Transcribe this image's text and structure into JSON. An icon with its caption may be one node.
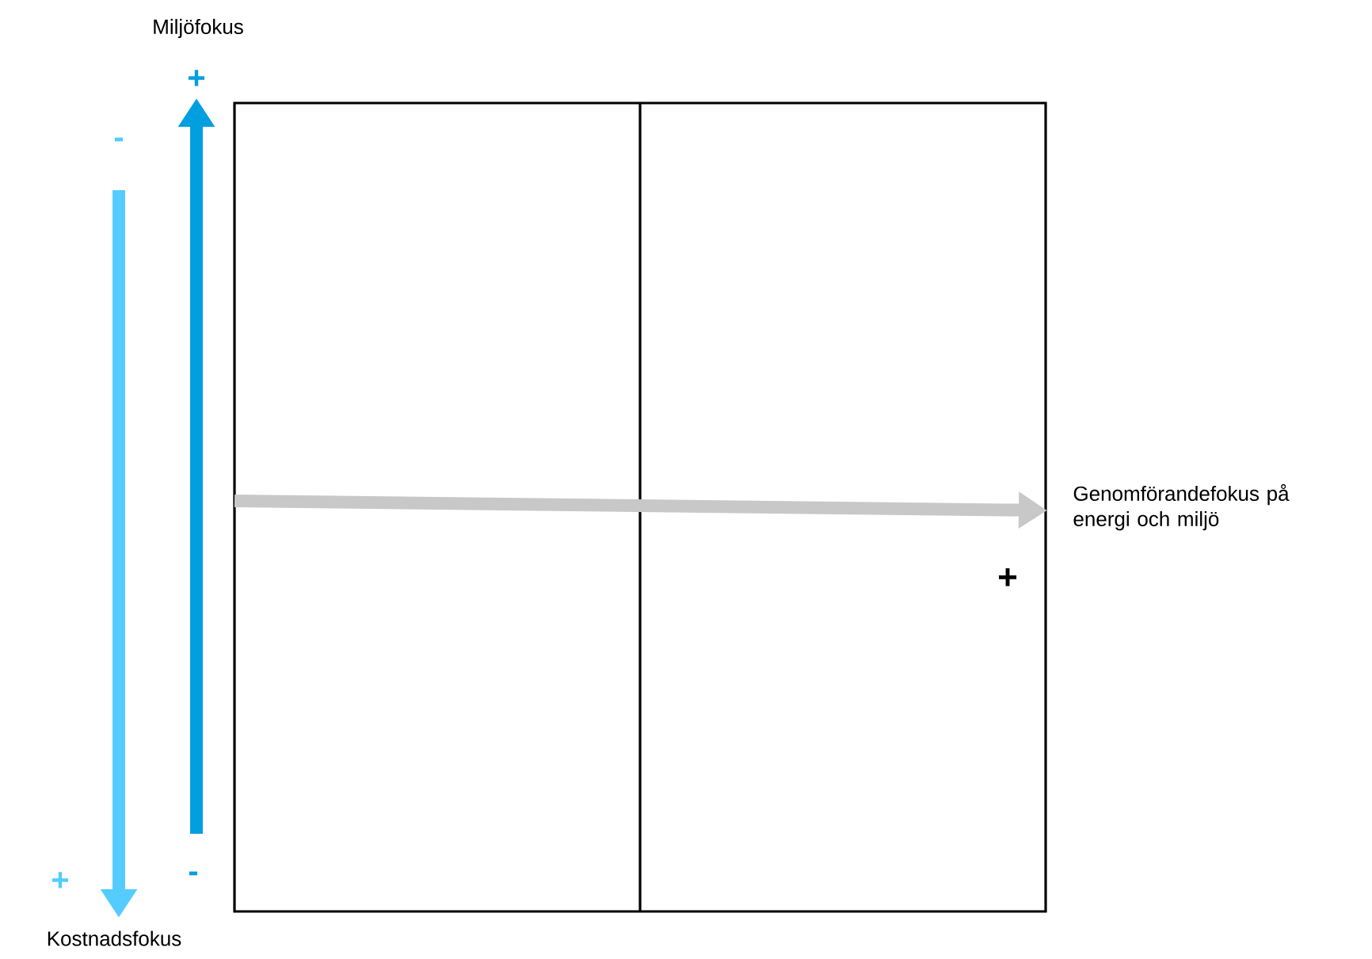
{
  "diagram": {
    "labels": [
      "Miljöfokus",
      "+",
      "-",
      "Genomförandefokus på energi och miljö",
      "+",
      "-",
      "+",
      "Kostnadsfokus"
    ]
  }
}
